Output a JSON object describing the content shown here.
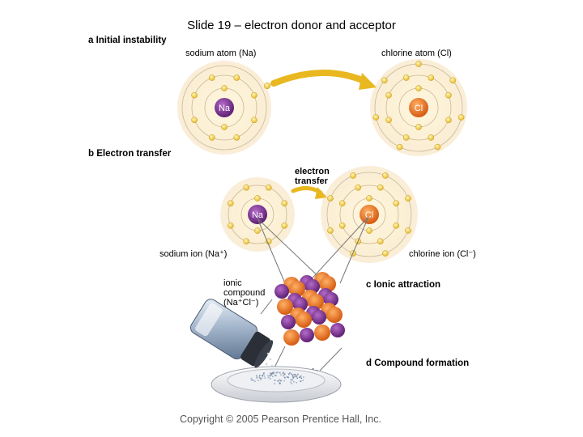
{
  "slide_title": "Slide 19 – electron donor and acceptor",
  "sections": {
    "a": "a Initial instability",
    "b": "b Electron transfer",
    "c": "c Ionic attraction",
    "d": "d Compound formation"
  },
  "labels": {
    "sodium_atom": "sodium atom (Na)",
    "chlorine_atom": "chlorine atom (Cl)",
    "electron_transfer": "electron\ntransfer",
    "sodium_ion": "sodium ion (Na⁺)",
    "chlorine_ion": "chlorine ion (Cl⁻)",
    "ionic_compound": "ionic\ncompound\n(Na⁺Cl⁻)",
    "salt_crystals": "salt crystals"
  },
  "nuclei": {
    "na": "Na",
    "cl": "Cl"
  },
  "colors": {
    "sodium": "#7a2f8f",
    "chlorine": "#e8701c",
    "electron": "#f2d34a",
    "arrow": "#e9b820"
  },
  "copyright": "Copyright © 2005 Pearson Prentice Hall, Inc."
}
